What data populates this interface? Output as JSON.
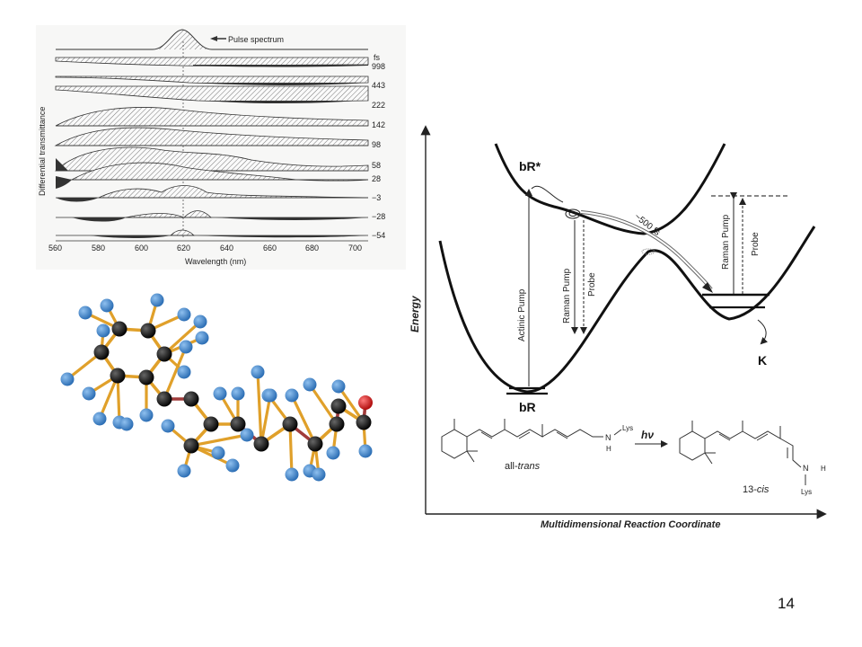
{
  "slide": {
    "page_number": "14"
  },
  "spectra": {
    "annotation": "Pulse spectrum",
    "unit_label": "fs",
    "time_labels": [
      "998",
      "443",
      "222",
      "142",
      "98",
      "58",
      "28",
      "−3",
      "−28",
      "−54"
    ],
    "x_ticks": [
      "560",
      "580",
      "600",
      "620",
      "640",
      "660",
      "680",
      "700"
    ],
    "xlabel": "Wavelength (nm)",
    "ylabel": "Differential transmittance"
  },
  "energy_diagram": {
    "ylabel": "Energy",
    "xlabel": "Multidimensional Reaction Coordinate",
    "labels": {
      "excited_state": "bR*",
      "ground_state": "bR",
      "product": "K",
      "time": "~500 fs",
      "actinic_pump": "Actinic Pump",
      "raman_pump_left": "Raman Pump",
      "probe_left": "Probe",
      "raman_pump_right": "Raman Pump",
      "probe_right": "Probe"
    },
    "reaction": {
      "reactant_prefix": "all-",
      "reactant_italic": "trans",
      "product_prefix": "13-",
      "product_italic": "cis",
      "arrow_label": "hν",
      "lys_left": "Lys",
      "lys_right": "Lys",
      "n_left": "N",
      "h_left": "H",
      "n_right": "N",
      "h_right": "H"
    }
  },
  "colors": {
    "atom_carbon": "#151515",
    "atom_hydrogen": "#3f7fc4",
    "atom_oxygen": "#d11a1a",
    "bond": "#e0a02a",
    "bond_double": "#a13b3b"
  }
}
